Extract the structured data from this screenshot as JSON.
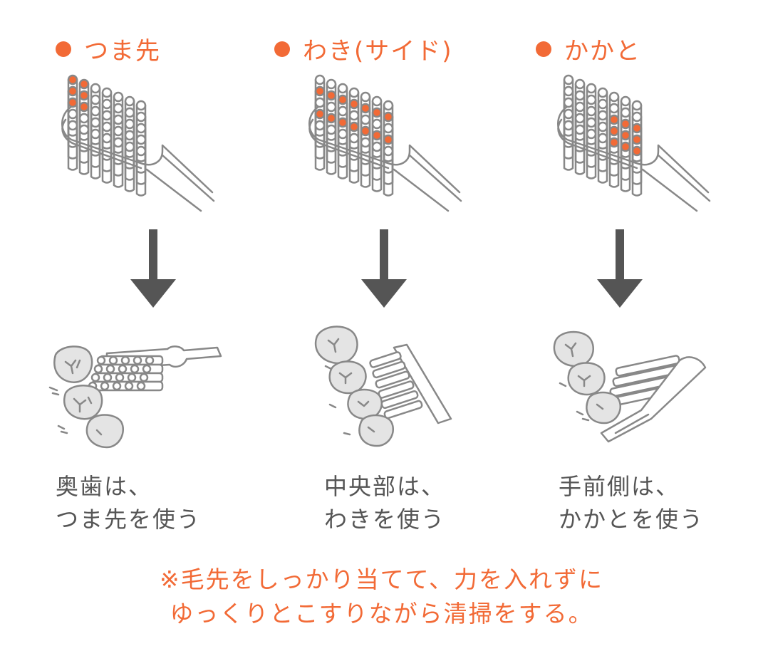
{
  "colors": {
    "accent": "#f26a36",
    "line": "#888888",
    "arrow": "#555555",
    "text": "#555555",
    "fill": "#e4e4e4"
  },
  "sections": [
    {
      "heading": "つま先",
      "highlight": "tip",
      "caption_line1": "奥歯は、",
      "caption_line2": "つま先を使う"
    },
    {
      "heading": "わき(サイド)",
      "highlight": "side",
      "caption_line1": "中央部は、",
      "caption_line2": "わきを使う"
    },
    {
      "heading": "かかと",
      "highlight": "heel",
      "caption_line1": "手前側は、",
      "caption_line2": "かかとを使う"
    }
  ],
  "note": {
    "line1": "※毛先をしっかり当てて、力を入れずに",
    "line2": "ゆっくりとこすりながら清掃をする。"
  },
  "icons": {
    "bullet": "circle-bullet-icon",
    "arrow": "down-arrow-icon",
    "brush": "toothbrush-icon",
    "tooth": "tooth-icon"
  }
}
